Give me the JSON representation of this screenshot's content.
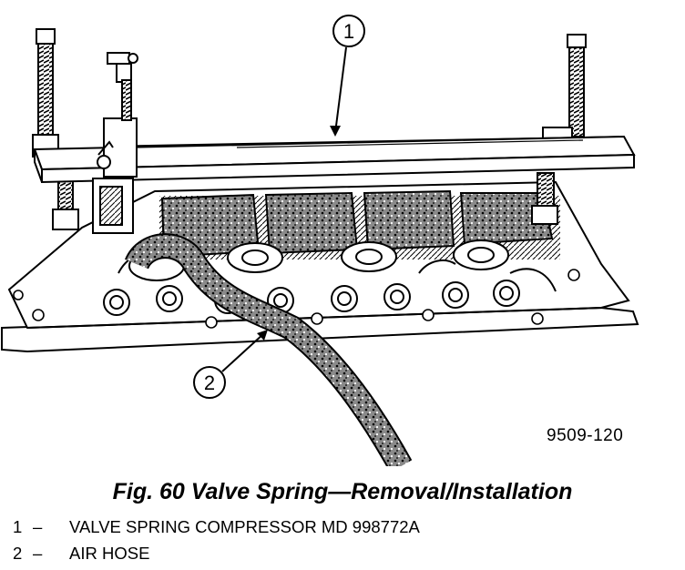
{
  "figure": {
    "caption": "Fig. 60 Valve Spring—Removal/Installation",
    "code": "9509-120"
  },
  "callouts": [
    {
      "number": "1",
      "label": "VALVE SPRING COMPRESSOR MD 998772A"
    },
    {
      "number": "2",
      "label": "AIR HOSE"
    }
  ],
  "legend_separator": "–"
}
